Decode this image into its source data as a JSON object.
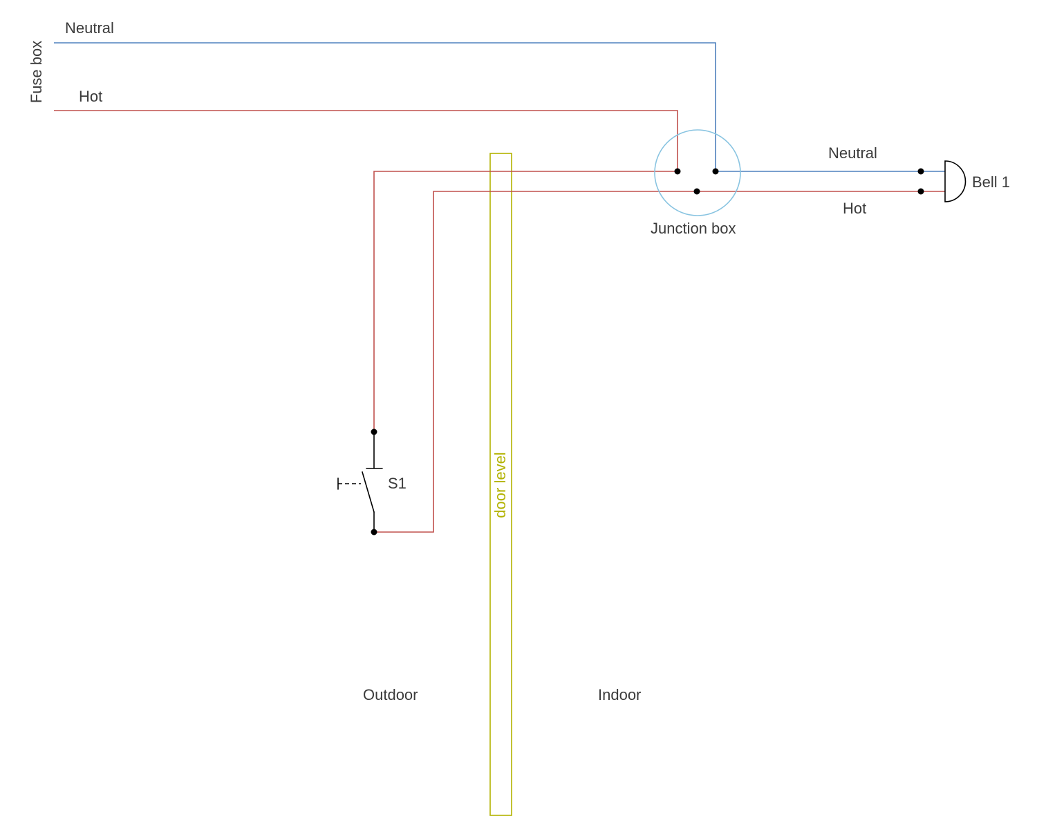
{
  "diagram": {
    "labels": {
      "fuse_box": "Fuse box",
      "neutral_top": "Neutral",
      "hot_top": "Hot",
      "neutral_right": "Neutral",
      "hot_right": "Hot",
      "junction_box": "Junction box",
      "bell": "Bell 1",
      "switch": "S1",
      "door_level": "door level",
      "outdoor": "Outdoor",
      "indoor": "Indoor"
    },
    "colors": {
      "neutral_wire": "#4f81bd",
      "hot_wire": "#c0504d",
      "junction_circle": "#89c4e1",
      "door_level": "#b2b200",
      "text": "#3b3b3b",
      "connector_dot": "#000000",
      "symbol": "#000000"
    }
  }
}
